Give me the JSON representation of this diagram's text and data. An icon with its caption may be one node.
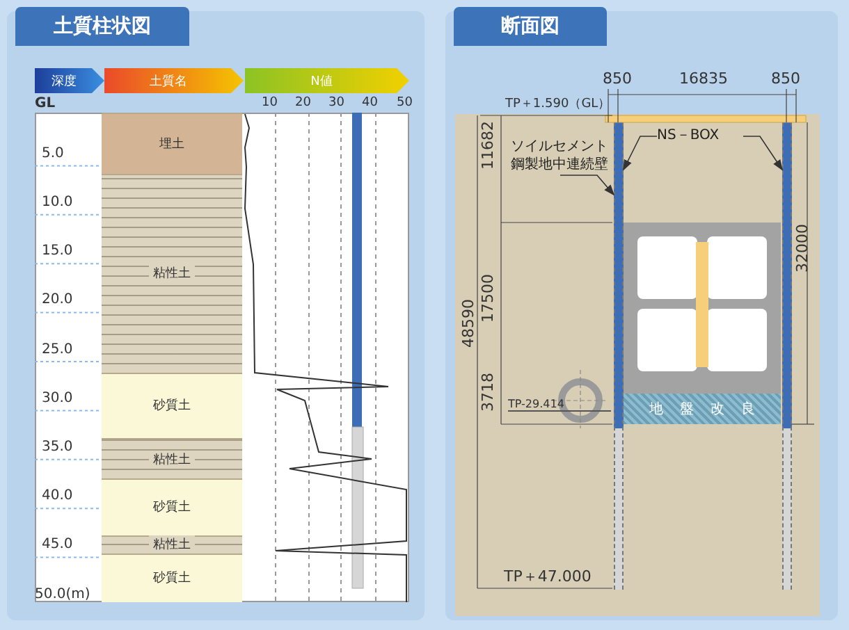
{
  "diagram": {
    "nodes": [
      {
        "text": [
          "土質柱状図"
        ]
      },
      {
        "text": [
          "深度"
        ],
        "in": 0
      },
      {
        "text": [
          "土質名"
        ],
        "in": 0
      },
      {
        "text": [
          "N値"
        ],
        "in": 0
      },
      {
        "text": [
          "埋土"
        ],
        "in": 0
      },
      {
        "text": [
          "粘性土"
        ],
        "in": 0
      },
      {
        "text": [
          "砂質土"
        ],
        "in": 0
      },
      {
        "text": [
          "粘性土"
        ],
        "in": 0
      },
      {
        "text": [
          "砂質土"
        ],
        "in": 0
      },
      {
        "text": [
          "粘性土"
        ],
        "in": 0
      },
      {
        "text": [
          "砂質土"
        ],
        "in": 0
      },
      {
        "text": [
          "断面図"
        ]
      },
      {
        "text": [
          "ソイルセメント鋼製地中連続壁"
        ],
        "in": 11
      },
      {
        "text": [
          "NS－BOX"
        ],
        "in": 11
      },
      {
        "text": [],
        "shape": "bar",
        "in": 11
      },
      {
        "text": [],
        "shape": "box",
        "in": 11
      },
      {
        "text": [
          "地盤改良"
        ],
        "in": 11
      },
      {
        "text": [],
        "shape": "circle",
        "beside": [
          "TP-29.414"
        ],
        "in": 11
      },
      {
        "text": [],
        "shape": "bar",
        "in": 11
      }
    ],
    "edges": [
      {
        "from": 12,
        "to": 14,
        "arrow": "to"
      },
      {
        "from": 13,
        "to": 14,
        "arrow": "to"
      },
      {
        "from": 13,
        "to": 18,
        "arrow": "to"
      }
    ],
    "labels": [
      "GL",
      "5.0",
      "10.0",
      "15.0",
      "20.0",
      "25.0",
      "30.0",
      "35.0",
      "40.0",
      "45.0",
      "50.0(m)",
      "10",
      "20",
      "30",
      "40",
      "50",
      "850",
      "16835",
      "850",
      "TP＋1.590（GL）",
      "11682",
      "48590",
      "17500",
      "3718",
      "32000",
      "TP＋47.000"
    ]
  }
}
